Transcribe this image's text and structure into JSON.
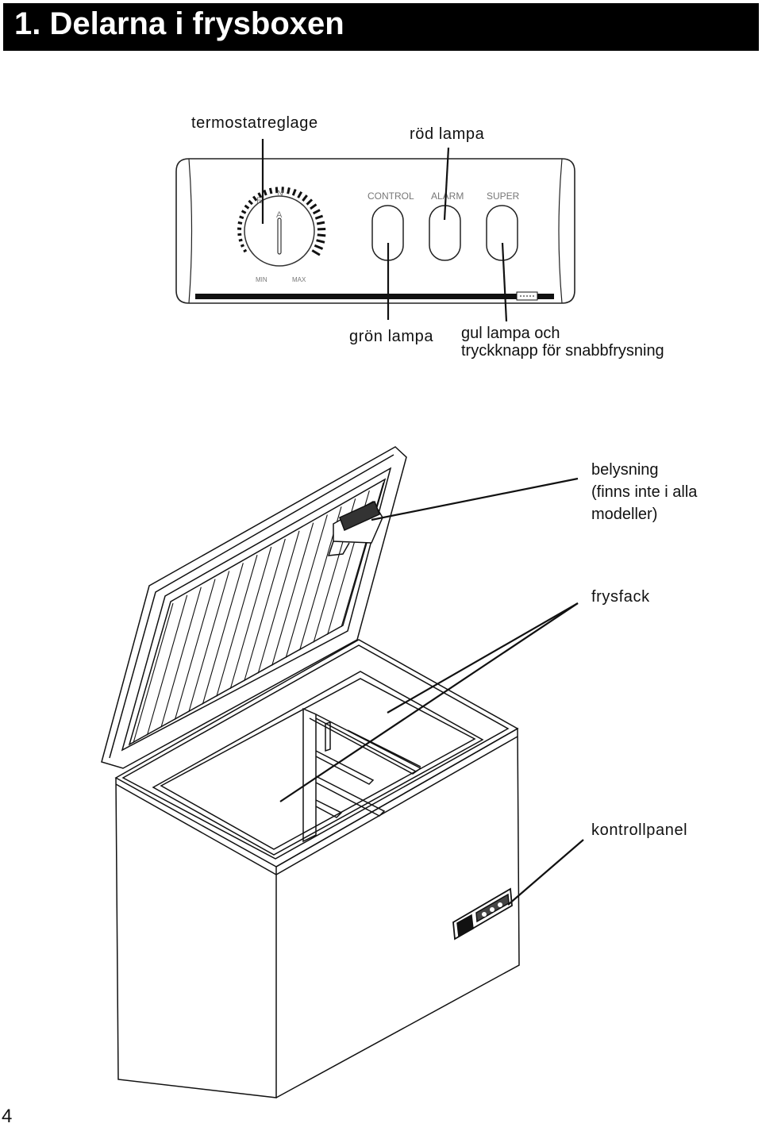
{
  "header": {
    "title": "1. Delarna i frysboxen"
  },
  "labels": {
    "thermostat": "termostatreglage",
    "red_lamp": "röd lampa",
    "green_lamp": "grön lampa",
    "yellow_lamp_line1": "gul lampa och",
    "yellow_lamp_line2": "tryckknapp för snabbfrysning",
    "lighting_line1": "belysning",
    "lighting_line2": "(finns inte i alla",
    "lighting_line3": "modeller)",
    "freezer_basket": "frysfack",
    "control_panel": "kontrollpanel"
  },
  "panel": {
    "control": "CONTROL",
    "alarm": "ALARM",
    "super": "SUPER",
    "min": "MIN",
    "max": "MAX",
    "dial_e": "E",
    "dial_n": "N",
    "dial_a": "A"
  },
  "page_number": "4"
}
